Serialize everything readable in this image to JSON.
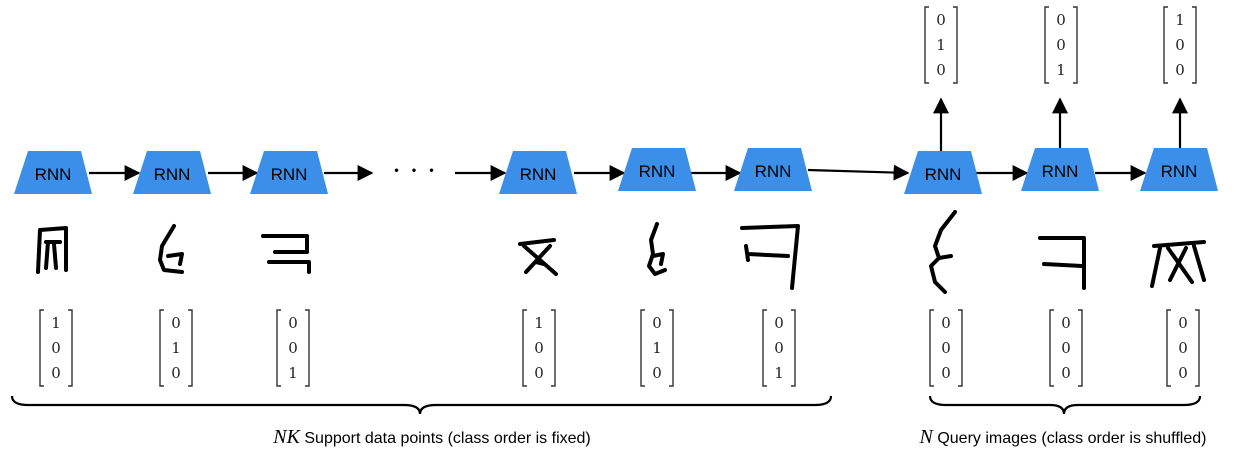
{
  "rnn_label": "RNN",
  "ellipsis": "· · ·",
  "colors": {
    "rnn_fill": "#3b8fe8",
    "ink": "#000000"
  },
  "support": {
    "glyph_icons": [
      "omniglot-glyph-a-icon",
      "omniglot-glyph-b-icon",
      "omniglot-glyph-c-icon",
      "omniglot-glyph-a-icon",
      "omniglot-glyph-b-icon",
      "omniglot-glyph-c-icon"
    ],
    "label_vectors": [
      [
        "1",
        "0",
        "0"
      ],
      [
        "0",
        "1",
        "0"
      ],
      [
        "0",
        "0",
        "1"
      ],
      [
        "1",
        "0",
        "0"
      ],
      [
        "0",
        "1",
        "0"
      ],
      [
        "0",
        "0",
        "1"
      ]
    ],
    "caption_math": "NK",
    "caption_text": " Support data points (class order is fixed)"
  },
  "query": {
    "glyph_icons": [
      "omniglot-glyph-b-icon",
      "omniglot-glyph-c-icon",
      "omniglot-glyph-a-icon"
    ],
    "input_vectors": [
      [
        "0",
        "0",
        "0"
      ],
      [
        "0",
        "0",
        "0"
      ],
      [
        "0",
        "0",
        "0"
      ]
    ],
    "output_vectors": [
      [
        "0",
        "1",
        "0"
      ],
      [
        "0",
        "0",
        "1"
      ],
      [
        "1",
        "0",
        "0"
      ]
    ],
    "caption_math": "N",
    "caption_text": " Query images (class order is shuffled)"
  }
}
